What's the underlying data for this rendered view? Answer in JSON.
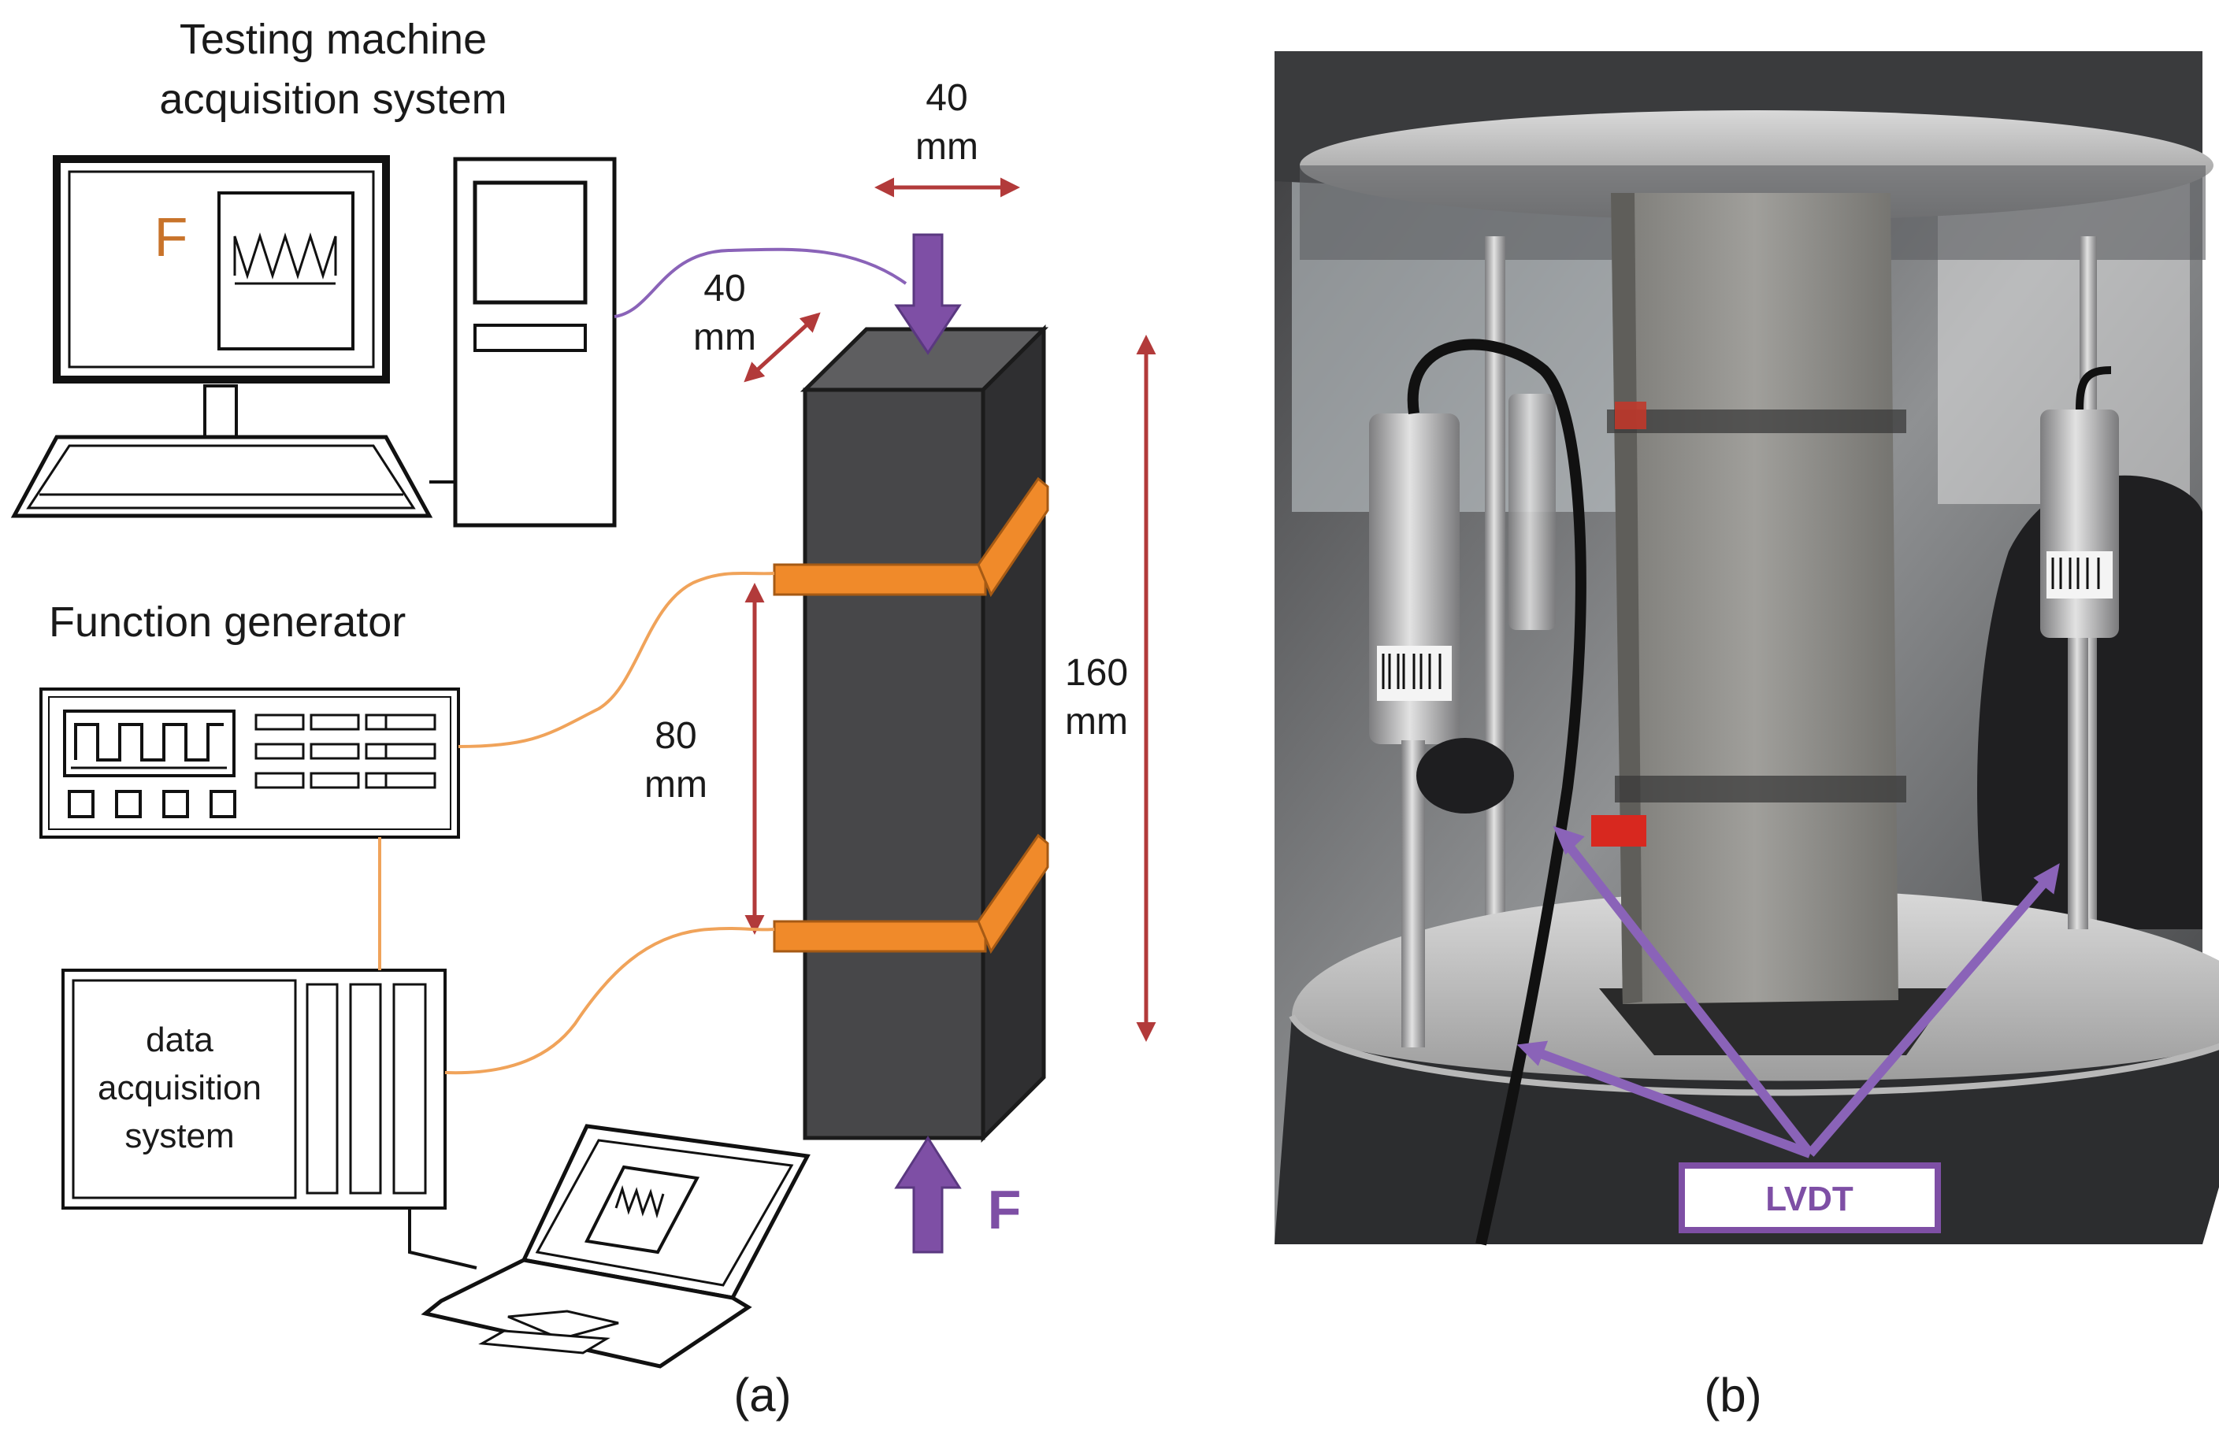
{
  "panel_a": {
    "testing_machine_label": [
      "Testing machine",
      "acquisition system"
    ],
    "monitor_force_label": "F",
    "function_generator_label": "Function generator",
    "daq_label": [
      "data",
      "acquisition",
      "system"
    ],
    "width_dim": [
      "40",
      "mm"
    ],
    "depth_dim": [
      "40",
      "mm"
    ],
    "height_dim": [
      "160",
      "mm"
    ],
    "gauge_dim": [
      "80",
      "mm"
    ],
    "bottom_force_label": "F",
    "caption": "(a)"
  },
  "panel_b": {
    "lvdt_label": "LVDT",
    "caption": "(b)"
  },
  "colors": {
    "specimen_front": "#474749",
    "specimen_side": "#2f2f31",
    "specimen_top": "#5e5e60",
    "orange_band": "#f08a2a",
    "orange_wire": "#f0a35a",
    "dimension_red": "#b23a3a",
    "purple": "#7e4fa5",
    "purple_wire": "#8a63b8"
  }
}
